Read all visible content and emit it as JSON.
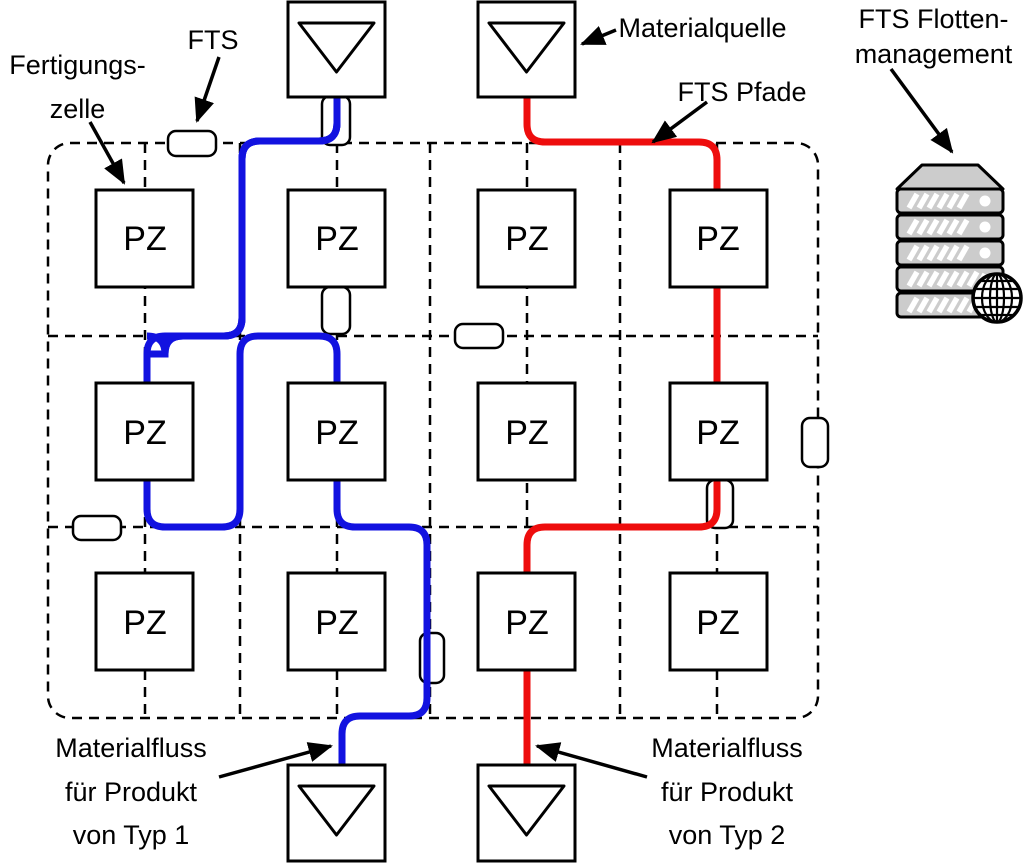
{
  "diagram": {
    "labels": {
      "fertigungszelle": "Fertigungs-\nzelle",
      "fts": "FTS",
      "materialquelle": "Materialquelle",
      "fts_pfade": "FTS Pfade",
      "flottenmanagement": "FTS Flotten-\nmanagement",
      "materialfluss_typ1": "Materialfluss\nfür Produkt\nvon Typ 1",
      "materialfluss_typ2": "Materialfluss\nfür Produkt\nvon Typ 2"
    },
    "grid": {
      "rows": 3,
      "cols": 4,
      "cells": [
        {
          "label": "PZ"
        },
        {
          "label": "PZ"
        },
        {
          "label": "PZ"
        },
        {
          "label": "PZ"
        },
        {
          "label": "PZ"
        },
        {
          "label": "PZ"
        },
        {
          "label": "PZ"
        },
        {
          "label": "PZ"
        },
        {
          "label": "PZ"
        },
        {
          "label": "PZ"
        },
        {
          "label": "PZ"
        },
        {
          "label": "PZ"
        }
      ]
    },
    "sources": 2,
    "sinks": 2,
    "fts_vehicles": 8,
    "colors": {
      "path_typ1": "#1212e0",
      "path_typ2": "#ee0d0d",
      "server_fill": "#cccccc",
      "line": "#000000"
    }
  }
}
